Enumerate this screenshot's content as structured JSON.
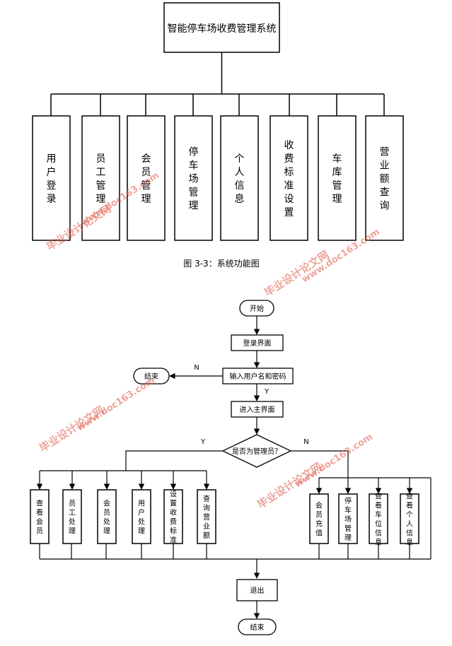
{
  "diagram1": {
    "root": "智能停车场收费管理系统",
    "modules": [
      "用户登录",
      "员工管理",
      "会员管理",
      "停车场管理",
      "个人信息",
      "收费标准设置",
      "车库管理",
      "营业额查询"
    ],
    "caption": "图 3-3：系统功能图"
  },
  "diagram2": {
    "start": "开始",
    "login_page": "登录界面",
    "input": "输入用户名和密码",
    "end_left": "结束",
    "label_n_input": "N",
    "label_y_input": "Y",
    "main_page": "进入主界面",
    "decision": "是否为管理员？",
    "label_y_admin": "Y",
    "label_n_admin": "N",
    "admin_items": [
      "查看会员",
      "员工处理",
      "会员处理",
      "用户处理",
      "设置收费标准",
      "查询营业额"
    ],
    "user_items": [
      "会员充值",
      "停车场管理",
      "查看车位信息",
      "查看个人信息"
    ],
    "exit": "退出",
    "end": "结束"
  },
  "watermarks": [
    "毕业设计论文网",
    "www.doc163.com"
  ]
}
